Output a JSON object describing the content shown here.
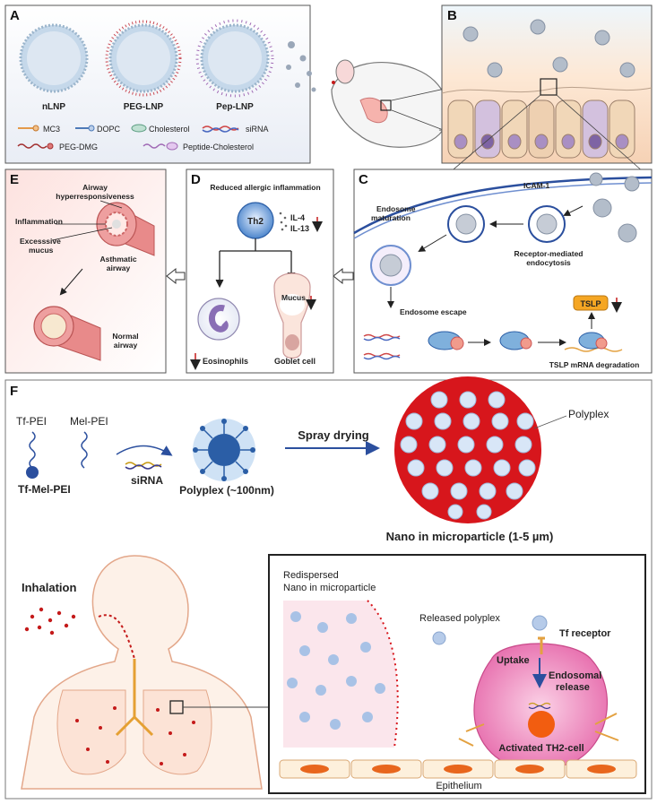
{
  "panel_letters": {
    "a": "A",
    "b": "B",
    "c": "C",
    "d": "D",
    "e": "E",
    "f": "F"
  },
  "panel_a": {
    "particles": [
      "nLNP",
      "PEG-LNP",
      "Pep-LNP"
    ],
    "legend": [
      "MC3",
      "DOPC",
      "Cholesterol",
      "siRNA",
      "PEG-DMG",
      "Peptide-Cholesterol"
    ]
  },
  "panel_c": {
    "icam": "ICAM-1",
    "endosome_maturation_1": "Endosome",
    "endosome_maturation_2": "maturation",
    "receptor_1": "Receptor-mediated",
    "receptor_2": "endocytosis",
    "tslp": "TSLP",
    "endosome_escape": "Endosome escape",
    "tslp_degradation": "TSLP mRNA degradation"
  },
  "panel_d": {
    "title": "Reduced allergic inflammation",
    "th2": "Th2",
    "il4": "IL-4",
    "il13": "IL-13",
    "mucus": "Mucus",
    "eosinophils": "Eosinophils",
    "goblet": "Goblet cell"
  },
  "panel_e": {
    "ahr_1": "Airway",
    "ahr_2": "hyperresponsiveness",
    "inflammation": "Inflammation",
    "mucus_1": "Excesssive",
    "mucus_2": "mucus",
    "asthmatic_1": "Asthmatic",
    "asthmatic_2": "airway",
    "normal_1": "Normal",
    "normal_2": "airway"
  },
  "panel_f": {
    "tf_pei": "Tf-PEI",
    "mel_pei": "Mel-PEI",
    "tf_mel_pei": "Tf-Mel-PEI",
    "sirna": "siRNA",
    "polyplex_size": "Polyplex (~100nm)",
    "spray_drying": "Spray drying",
    "polyplex": "Polyplex",
    "nano_micro": "Nano in microparticle (1-5 µm)",
    "inhalation": "Inhalation",
    "redispersed_1": "Redispersed",
    "redispersed_2": "Nano in microparticle",
    "released": "Released polyplex",
    "tf_receptor": "Tf receptor",
    "uptake": "Uptake",
    "endosomal_1": "Endosomal",
    "endosomal_2": "release",
    "activated": "Activated TH2-cell",
    "epithelium": "Epithelium"
  },
  "colors": {
    "red": "#d7161c",
    "blue_dark": "#2b4f9e",
    "pink": "#ef7fb8",
    "cell_peach": "#f3c9a8"
  }
}
